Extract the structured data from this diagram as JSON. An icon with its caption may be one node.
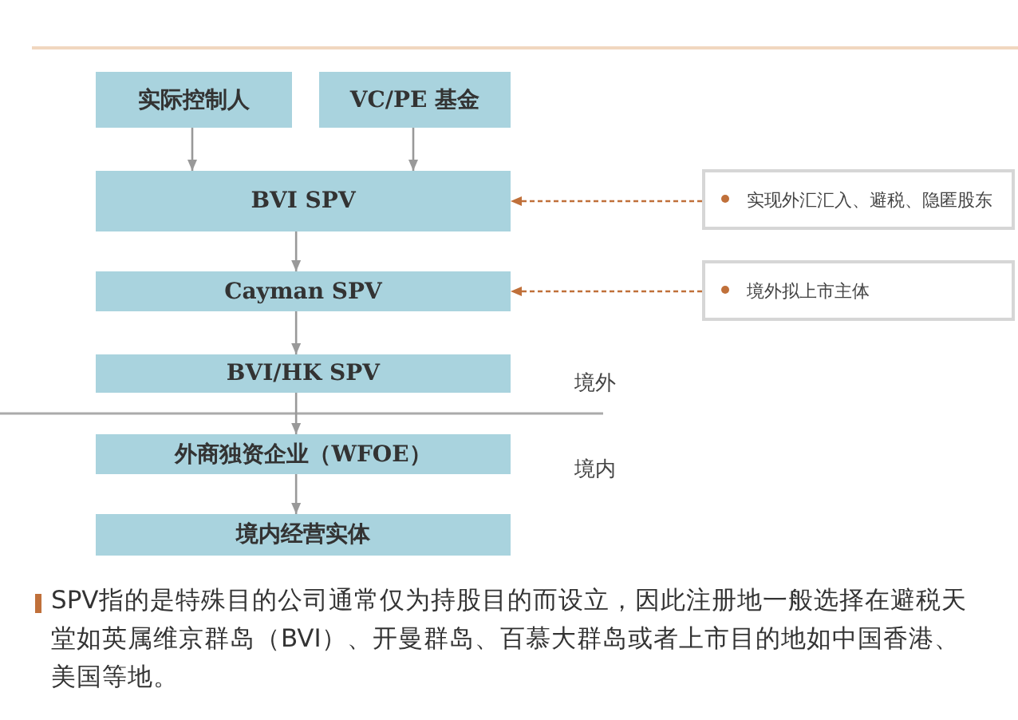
{
  "diagram": {
    "nodes": [
      {
        "text": [
          "实际控制人"
        ]
      },
      {
        "text": [
          "VC/PE 基金"
        ]
      },
      {
        "text": [
          "BVI SPV"
        ]
      },
      {
        "text": [
          "Cayman SPV"
        ]
      },
      {
        "text": [
          "BVI/HK SPV"
        ]
      },
      {
        "text": [
          "外商独资企业（WFOE）"
        ]
      },
      {
        "text": [
          "境内经营实体"
        ]
      },
      {
        "text": [
          "实现外汇汇入、避税、隐匿股东"
        ]
      },
      {
        "text": [
          "境外拟上市主体"
        ]
      }
    ],
    "edges": [
      {
        "from": 0,
        "to": 2,
        "arrow": "to"
      },
      {
        "from": 1,
        "to": 2,
        "arrow": "to"
      },
      {
        "from": 2,
        "to": 3,
        "arrow": "to"
      },
      {
        "from": 3,
        "to": 4,
        "arrow": "to"
      },
      {
        "from": 4,
        "to": 5,
        "arrow": "to"
      },
      {
        "from": 5,
        "to": 6,
        "arrow": "to"
      },
      {
        "from": 7,
        "to": 2,
        "arrow": "to",
        "style": "dashed",
        "color": "#c0703a"
      },
      {
        "from": 8,
        "to": 3,
        "arrow": "to",
        "style": "dashed",
        "color": "#c0703a"
      }
    ],
    "labels": [
      "境外",
      "境内",
      "SPV指的是特殊目的公司通常仅为持股目的而设立，因此注册地一般选择在避税天堂如英属维京群岛（BVI）、开曼群岛、百慕大群岛或者上市目的地如中国香港、美国等地。"
    ]
  }
}
